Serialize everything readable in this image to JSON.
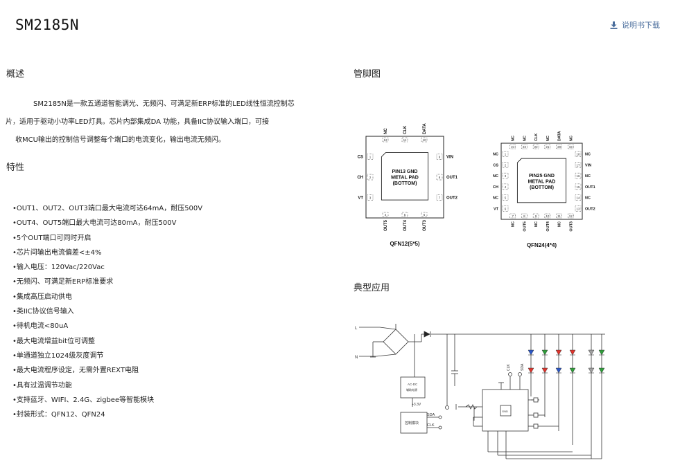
{
  "product": {
    "title": "SM2185N"
  },
  "download": {
    "label": "说明书下载",
    "icon": "download-icon",
    "color": "#4a6d9c"
  },
  "overview": {
    "heading": "概述",
    "lines": [
      "SM2185N是一款五通道智能调光、无频闪、可满足新ERP标准的LED线性恒流控制芯",
      "片，适用于驱动小功率LED灯具。芯片内部集成DA 功能，具备IIC协议输入端口，可接",
      "收MCU输出的控制信号调整每个端口的电流变化，输出电流无频闪。"
    ]
  },
  "features": {
    "heading": "特性",
    "items": [
      "•OUT1、OUT2、OUT3端口最大电流可达64mA，耐压500V",
      "•OUT4、OUT5端口最大电流可达80mA，耐压500V",
      "•5个OUT端口可同时开启",
      "•芯片间输出电流偏差<±4%",
      "•输入电压：120Vac/220Vac",
      "•无频闪、可满足新ERP标准要求",
      "•集成高压启动供电",
      "•类IIC协议信号输入",
      "•待机电流<80uA",
      "•最大电流增益bit位可调整",
      "•单通道独立1024级灰度调节",
      "•最大电流程序设定，无需外置REXT电阻",
      "•具有过温调节功能",
      "•支持蓝牙、WIFI、2.4G、zigbee等智能模块",
      "•封装形式：QFN12、QFN24"
    ]
  },
  "pinout": {
    "heading": "管脚图",
    "qfn12": {
      "caption": "QFN12(5*5)",
      "pad": [
        "PIN13 GND",
        "METAL PAD",
        "(BOTTOM)"
      ],
      "top": [
        {
          "name": "NC",
          "num": "12"
        },
        {
          "name": "CLK",
          "num": "11"
        },
        {
          "name": "DATA",
          "num": "10"
        }
      ],
      "left": [
        {
          "name": "CS",
          "num": "1"
        },
        {
          "name": "CH",
          "num": "2"
        },
        {
          "name": "VT",
          "num": "3"
        }
      ],
      "right": [
        {
          "name": "VIN",
          "num": "9"
        },
        {
          "name": "OUT1",
          "num": "8"
        },
        {
          "name": "OUT2",
          "num": "7"
        }
      ],
      "bottom": [
        {
          "name": "OUT5",
          "num": "4"
        },
        {
          "name": "OUT4",
          "num": "5"
        },
        {
          "name": "OUT3",
          "num": "6"
        }
      ]
    },
    "qfn24": {
      "caption": "QFN24(4*4)",
      "pad": [
        "PIN25 GND",
        "METAL PAD",
        "(BOTTOM)"
      ],
      "top": [
        {
          "name": "NC",
          "num": "24"
        },
        {
          "name": "NC",
          "num": "23"
        },
        {
          "name": "CLK",
          "num": "22"
        },
        {
          "name": "NC",
          "num": "21"
        },
        {
          "name": "DATA",
          "num": "20"
        },
        {
          "name": "NC",
          "num": "19"
        }
      ],
      "left": [
        {
          "name": "NC",
          "num": "1"
        },
        {
          "name": "CS",
          "num": "2"
        },
        {
          "name": "NC",
          "num": "3"
        },
        {
          "name": "CH",
          "num": "4"
        },
        {
          "name": "NC",
          "num": "5"
        },
        {
          "name": "VT",
          "num": "6"
        }
      ],
      "right": [
        {
          "name": "NC",
          "num": "18"
        },
        {
          "name": "VIN",
          "num": "17"
        },
        {
          "name": "NC",
          "num": "16"
        },
        {
          "name": "OUT1",
          "num": "15"
        },
        {
          "name": "NC",
          "num": "14"
        },
        {
          "name": "OUT2",
          "num": "13"
        }
      ],
      "bottom": [
        {
          "name": "NC",
          "num": "7"
        },
        {
          "name": "OUT5",
          "num": "8"
        },
        {
          "name": "NC",
          "num": "9"
        },
        {
          "name": "OUT4",
          "num": "10"
        },
        {
          "name": "NC",
          "num": "11"
        },
        {
          "name": "OUT3",
          "num": "12"
        }
      ]
    }
  },
  "application": {
    "heading": "典型应用",
    "labels": {
      "line": "L",
      "neutral": "N",
      "acdc": "AC-DC",
      "acdc_sub": "辅助电源",
      "vcc": "+3.3V",
      "control": "控制模块",
      "sda": "SDA",
      "clk": "CLK",
      "chip_pad": "GND"
    },
    "led_colors": [
      "#e0342c",
      "#2f9e3a",
      "#2b58c9",
      "#a0a0a0"
    ]
  }
}
